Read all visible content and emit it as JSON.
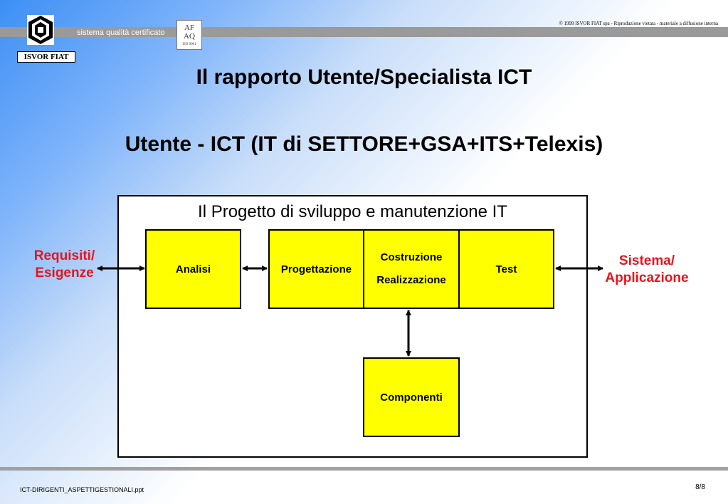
{
  "header": {
    "tagline": "sistema qualità certificato",
    "copyright": "© 1999 ISVOR FIAT spa - Riproduzione vietata - materiale a diffusione interna",
    "logo_name": "ISVOR FIAT",
    "afaq_line1": "AF",
    "afaq_line2": "AQ",
    "afaq_iso": "ISO 9001"
  },
  "titles": {
    "main": "Il rapporto Utente/Specialista ICT",
    "sub": "Utente - ICT (IT di SETTORE+GSA+ITS+Telexis)"
  },
  "diagram": {
    "frame_title": "Il Progetto di sviluppo e manutenzione IT",
    "left_label_line1": "Requisiti/",
    "left_label_line2": "Esigenze",
    "right_label_line1": "Sistema/",
    "right_label_line2": "Applicazione",
    "boxes": {
      "analisi": "Analisi",
      "progettazione": "Progettazione",
      "costruzione_line1": "Costruzione",
      "costruzione_line2": "Realizzazione",
      "test": "Test",
      "componenti": "Componenti"
    },
    "colors": {
      "box_fill": "#ffff00",
      "side_label": "#e8141c"
    }
  },
  "footer": {
    "filename": "ICT-DIRIGENTI_ASPETTIGESTIONALI.ppt",
    "page": "8/8"
  }
}
